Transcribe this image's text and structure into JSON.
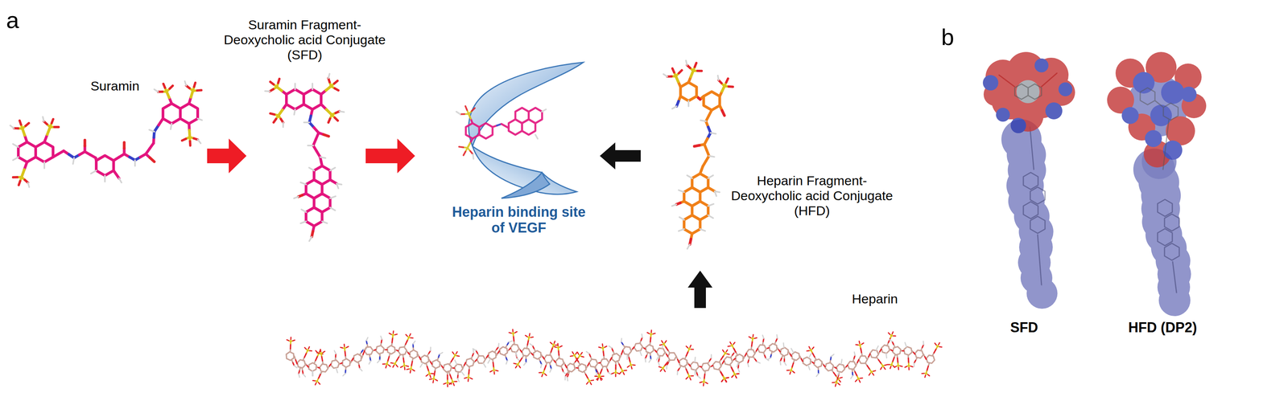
{
  "diagram": {
    "nodes": [
      {
        "text": [
          "Suramin"
        ]
      },
      {
        "text": [
          "Suramin Fragment- Deoxycholic acid Conjugate (SFD)"
        ]
      },
      {
        "text": [
          "Heparin binding site of VEGF"
        ]
      },
      {
        "text": [
          "Heparin Fragment- Deoxycholic acid Conjugate (HFD)"
        ]
      },
      {
        "text": [
          "Heparin"
        ]
      }
    ],
    "edges": [
      {
        "from": 0,
        "to": 1,
        "arrow": "to"
      },
      {
        "from": 1,
        "to": 2,
        "arrow": "to"
      },
      {
        "from": 3,
        "to": 2,
        "arrow": "to"
      },
      {
        "from": 4,
        "to": 3,
        "arrow": "to"
      }
    ],
    "labels": [
      "a",
      "b",
      "SFD",
      "HFD (DP2)"
    ]
  }
}
